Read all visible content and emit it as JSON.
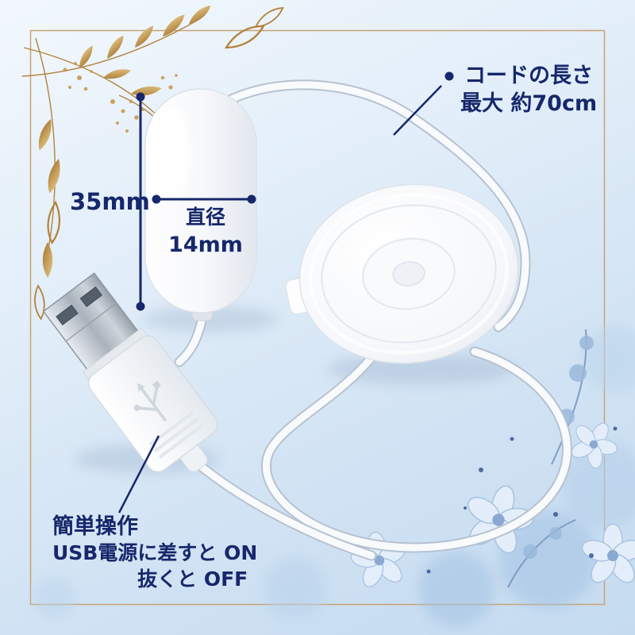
{
  "annotations": {
    "cord_length_label": "コードの長さ",
    "cord_length_value": "最大 約70cm",
    "body_length": "35mm",
    "diameter_label": "直径",
    "diameter_value": "14mm",
    "easy_operation_title": "簡単操作",
    "easy_operation_line1": "USB電源に差すと ON",
    "easy_operation_line2": "抜くと OFF"
  },
  "colors": {
    "annotation_text": "#16276b",
    "frame_gold": "#c9a273",
    "background_top": "#f2f8fd",
    "background_bottom": "#c5dbf0",
    "branch_gold": "#b5823d",
    "flower_blue": "#9bb9dc"
  },
  "icons": {
    "bullet_marker": "filled navy circle before cord-length label"
  }
}
